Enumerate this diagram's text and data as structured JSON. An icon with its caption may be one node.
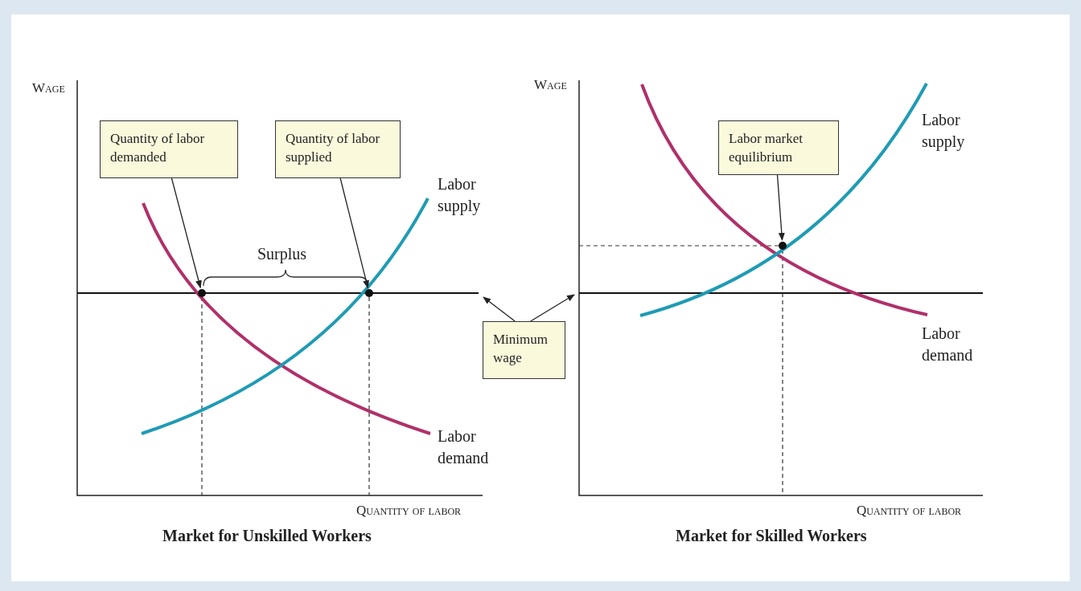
{
  "diagram": {
    "nodes": [
      {
        "text": [
          "Quantity of labor demanded"
        ]
      },
      {
        "text": [
          "Quantity of labor supplied"
        ]
      },
      {
        "text": [],
        "shape": "circle"
      },
      {
        "text": [],
        "shape": "circle"
      },
      {
        "text": [
          "Minimum wage"
        ]
      },
      {
        "text": [
          "Labor market equilibrium"
        ]
      },
      {
        "text": [],
        "shape": "circle"
      }
    ],
    "edges": [
      {
        "from": 0,
        "to": 2,
        "arrow": "to"
      },
      {
        "from": 1,
        "to": 3,
        "arrow": "to"
      },
      {
        "from": 4,
        "to": null,
        "arrow": "to"
      },
      {
        "from": 4,
        "to": null,
        "arrow": "to"
      },
      {
        "from": 5,
        "to": 6,
        "arrow": "to"
      }
    ],
    "labels": [
      "Wage",
      "Labor supply",
      "Surplus",
      "Labor demand",
      "Quantity of labor",
      "Market for Unskilled Workers",
      "Wage",
      "Labor supply",
      "Labor demand",
      "Quantity of labor",
      "Market for Skilled Workers"
    ]
  }
}
